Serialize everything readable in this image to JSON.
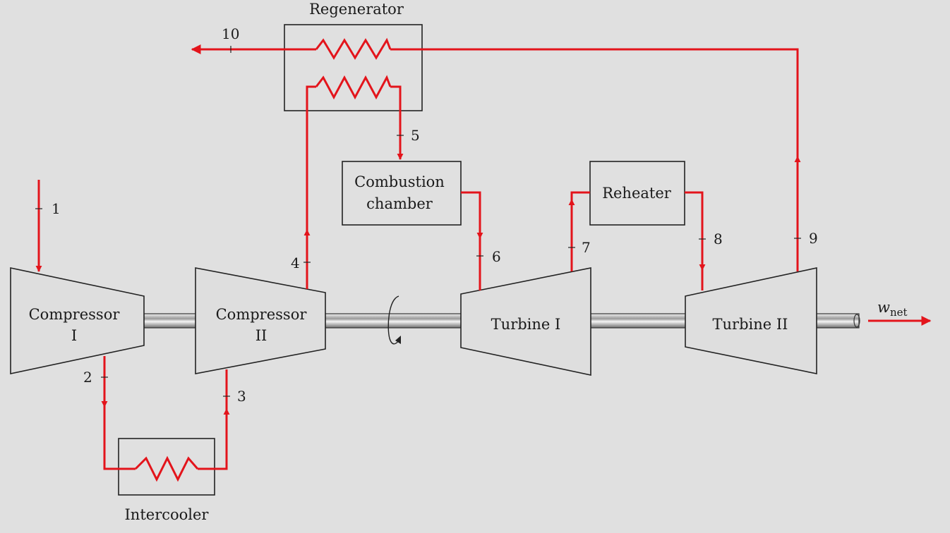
{
  "title": "",
  "components": {
    "regenerator": "Regenerator",
    "intercooler": "Intercooler",
    "combustion_line1": "Combustion",
    "combustion_line2": "chamber",
    "reheater": "Reheater",
    "compressor1_line1": "Compressor",
    "compressor1_line2": "I",
    "compressor2_line1": "Compressor",
    "compressor2_line2": "II",
    "turbine1": "Turbine I",
    "turbine2": "Turbine II"
  },
  "states": [
    "1",
    "2",
    "3",
    "4",
    "5",
    "6",
    "7",
    "8",
    "9",
    "10"
  ],
  "work_output": {
    "symbol": "w",
    "subscript": "net"
  },
  "colors": {
    "flow": "#e3141b",
    "background": "#e0e0e0",
    "outline": "#222222"
  }
}
